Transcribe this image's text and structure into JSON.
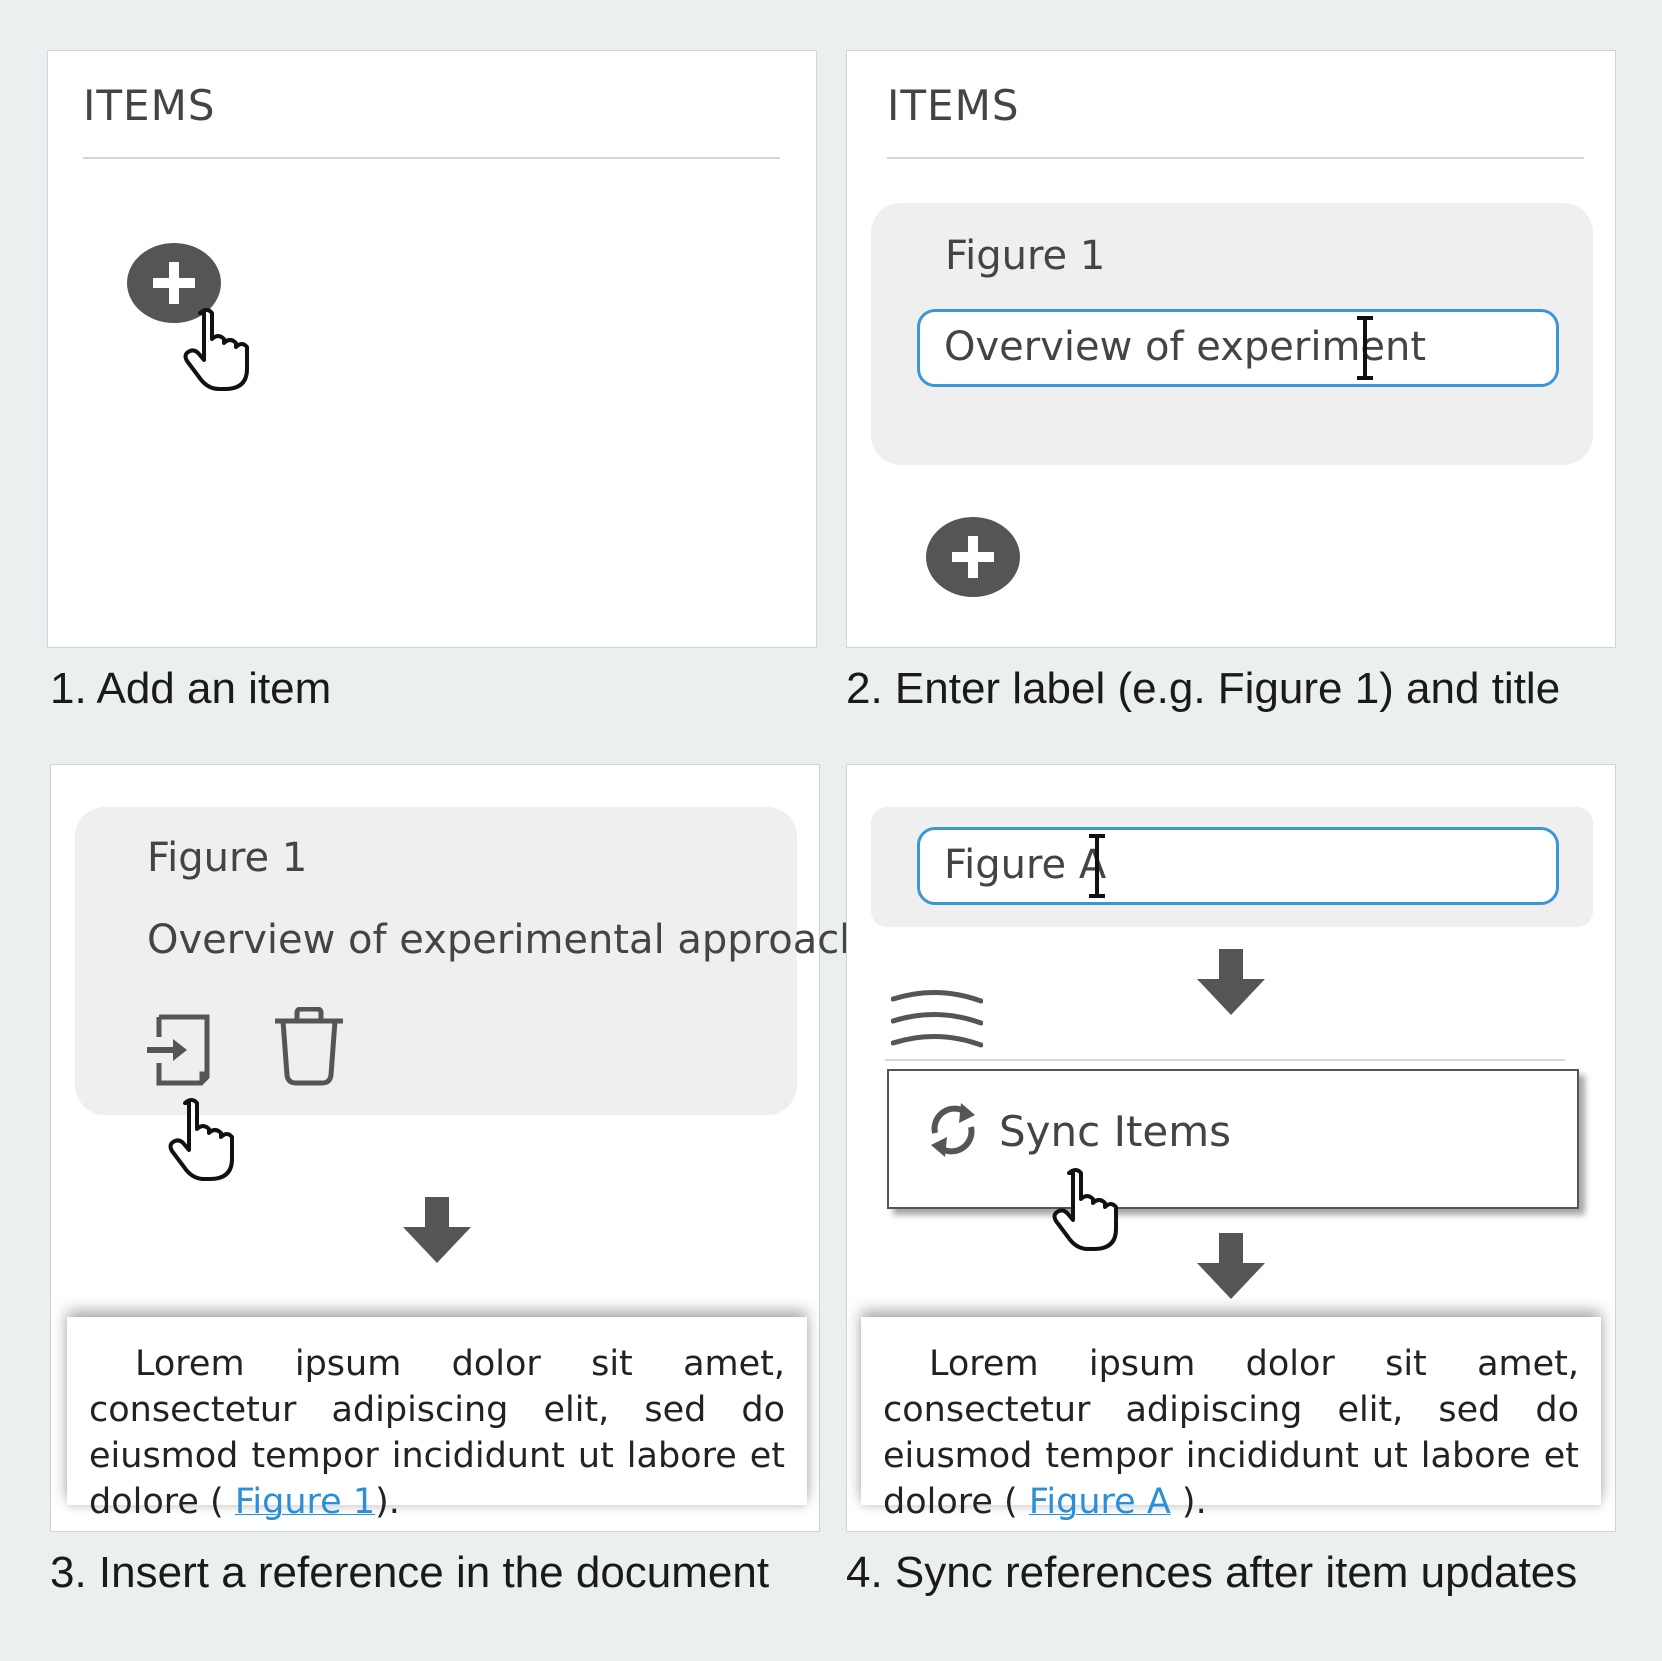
{
  "steps": [
    {
      "caption": "1. Add an item"
    },
    {
      "caption": "2. Enter label (e.g. Figure 1) and title"
    },
    {
      "caption": "3. Insert a reference in the document"
    },
    {
      "caption": "4. Sync references after item updates"
    }
  ],
  "panel1": {
    "title": "ITEMS"
  },
  "panel2": {
    "title": "ITEMS",
    "item_label": "Figure 1",
    "title_input_value": "Overview of experiment"
  },
  "panel3": {
    "item_label": "Figure 1",
    "item_title": "Overview of experimental approach",
    "doc_text": "Lorem ipsum dolor sit amet, consectetur adipiscing elit, sed do eiusmod tempor incididunt ut labore et dolore (",
    "ref_text": "Figure 1",
    "doc_end": ")."
  },
  "panel4": {
    "label_input_value": "Figure A",
    "sync_label": "Sync Items",
    "doc_text": "Lorem ipsum dolor sit amet, consectetur adipiscing elit, sed do eiusmod tempor incididunt ut labore et dolore (",
    "ref_text": "Figure A",
    "doc_end": ")."
  },
  "icons": [
    "plus-icon",
    "hand-pointer-icon",
    "text-cursor-icon",
    "insert-reference-icon",
    "trash-icon",
    "arrow-down-icon",
    "menu-icon",
    "sync-icon"
  ],
  "colors": {
    "accent": "#3a97d6",
    "reference": "#2a8fd6",
    "button": "#555555",
    "card": "#efefef"
  }
}
